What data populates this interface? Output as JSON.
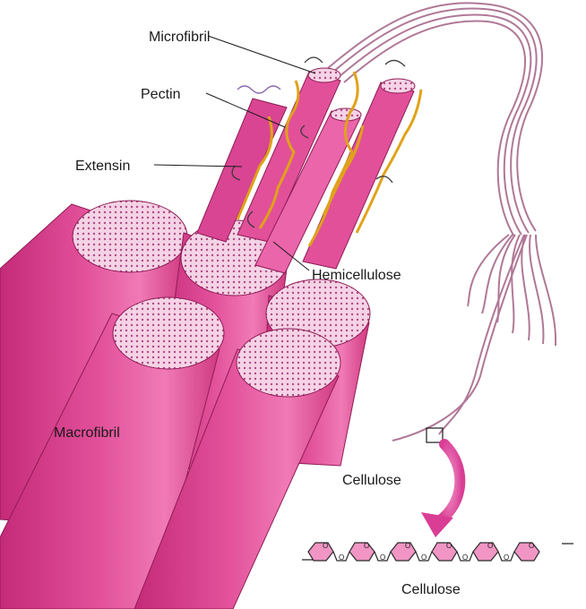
{
  "labels": {
    "microfibril": "Microfibril",
    "pectin": "Pectin",
    "extensin": "Extensin",
    "hemicellulose": "Hemicellulose",
    "macrofibril": "Macrofibril",
    "cellulose_zoom": "Cellulose",
    "cellulose_chain": "Cellulose"
  },
  "ring_symbol": "O",
  "colors": {
    "fibril_pink": "#e2509a",
    "fibril_dark": "#c42a78",
    "end_cap": "#f2c9df",
    "pectin_gold": "#e0a21a",
    "strand_mauve": "#b07896",
    "sugar_ring": "#f095c4",
    "arrow": "#d93d94"
  }
}
